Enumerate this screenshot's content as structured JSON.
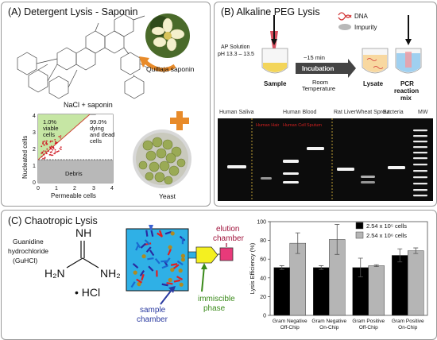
{
  "panelA": {
    "title": "(A) Detergent Lysis - Saponin",
    "saponin_label": "Quillaja saponin",
    "reagent_label": "NaCl + saponin",
    "yeast_label": "Yeast",
    "flow": {
      "ylabel": "Nucleated cells",
      "xlabel": "Permeable cells",
      "viable_text": [
        "1.0%",
        "viable",
        "cells"
      ],
      "dying_text": [
        "99.0%",
        "dying",
        "and dead",
        "cells"
      ],
      "debris_text": "Debris",
      "xticks": [
        "0",
        "1",
        "2",
        "3",
        "4"
      ],
      "yticks": [
        "0",
        "1",
        "2",
        "3",
        "4"
      ]
    }
  },
  "panelB": {
    "title": "(B) Alkaline PEG Lysis",
    "ap_solution": "AP Solution",
    "ph_range": "pH 13.3 – 13.5",
    "sample_label": "Sample",
    "time_label": "~15 min",
    "incubation_label": "Incubation",
    "room_label": [
      "Room",
      "Temperature"
    ],
    "lysate_label": "Lysate",
    "pcr_label": [
      "PCR",
      "reaction",
      "mix"
    ],
    "legend_dna": "DNA",
    "legend_impurity": "Impurity",
    "gel_labels": [
      "Human Saliva",
      "Human Blood",
      "Rat Liver",
      "Wheat Sprout",
      "Bacteria",
      "MW"
    ],
    "gel_red_labels": [
      "Human Hair",
      "Human Cell",
      "Sputum"
    ]
  },
  "panelC": {
    "title": "(C) Chaotropic Lysis",
    "guanidine_label": [
      "Guanidine",
      "hydrochloride",
      "(GuHCl)"
    ],
    "nh_label": "NH",
    "h2n_label": "H₂N",
    "nh2_label": "NH₂",
    "hcl_label": "• HCl",
    "elution_label": [
      "elution",
      "chamber"
    ],
    "sample_chamber_label": [
      "sample",
      "chamber"
    ],
    "immiscible_label": [
      "immiscible",
      "phase"
    ]
  },
  "chart_data": {
    "type": "bar",
    "ylabel": "Lysis Efficiency (%)",
    "ylim": [
      0,
      100
    ],
    "yticks": [
      0,
      20,
      40,
      60,
      80,
      100
    ],
    "categories": [
      [
        "Gram Negative",
        "Off-Chip"
      ],
      [
        "Gram Negative",
        "On-Chip"
      ],
      [
        "Gram Positive",
        "Off-Chip"
      ],
      [
        "Gram Positive",
        "On-Chip"
      ]
    ],
    "series": [
      {
        "name": "2.54 x 10⁵ cells",
        "color": "#000000",
        "values": [
          51,
          51,
          51,
          64
        ],
        "errors": [
          2,
          2,
          10,
          7
        ]
      },
      {
        "name": "2.54 x 10⁶ cells",
        "color": "#b5b5b5",
        "values": [
          77,
          81,
          53,
          69
        ],
        "errors": [
          11,
          16,
          1,
          3
        ]
      }
    ],
    "legend_position": "top-right"
  }
}
